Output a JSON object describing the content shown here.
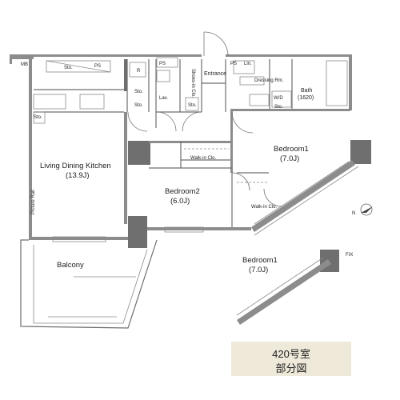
{
  "rooms": {
    "mb": "MB",
    "sto_top": "Sto.",
    "ps_top": "PS",
    "r": "R",
    "ps_mid": "PS",
    "ps_lin": "PS",
    "lin": "Lin.",
    "entrance": "Entrance",
    "shoes_in_clo": "Shoes-in Clo.",
    "dressing_rm": "Dressing Rm.",
    "bath": "Bath",
    "bath_size": "(1620)",
    "wd": "W/D",
    "sto_bath": "Sto.",
    "sto_lav1": "Sto.",
    "sto_lav2": "Sto.",
    "lav": "Lav.",
    "sto_hall": "Sto.",
    "sto_kitchen": "Sto.",
    "ldk": "Living Dining Kitchen",
    "ldk_size": "(13.9J)",
    "walkin_clo1": "Walk-in Clo.",
    "walkin_clo2": "Walk-in Clo.",
    "bedroom1": "Bedroom1",
    "bedroom1_size": "(7.0J)",
    "bedroom2": "Bedroom2",
    "bedroom2_size": "(6.0J)",
    "balcony": "Balcony",
    "bedroom1_alt": "Bedroom1",
    "bedroom1_alt_size": "(7.0J)",
    "picture_rail": "Picture Rail",
    "fix": "FIX"
  },
  "compass": {
    "north": "N"
  },
  "caption": {
    "unit": "420号室",
    "partial": "部分図"
  }
}
